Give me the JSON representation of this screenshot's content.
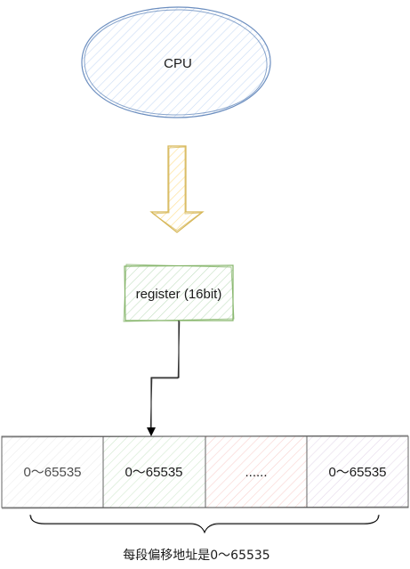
{
  "cpu": {
    "label": "CPU",
    "fill": "#dae8fc",
    "stroke": "#6c8ebf"
  },
  "arrow": {
    "fill": "#ffe6a3",
    "stroke": "#d6b656"
  },
  "register": {
    "label": "register (16bit)",
    "fill": "#d5e8d4",
    "stroke": "#82b366"
  },
  "segments": [
    {
      "label": "0～65535",
      "fill": "#f5f5f5",
      "text_color": "#4d4d4d"
    },
    {
      "label": "0～65535",
      "fill": "#d5e8d4",
      "text_color": "#1a1a1a"
    },
    {
      "label": "......",
      "fill": "#f8cecc",
      "text_color": "#1a1a1a"
    },
    {
      "label": "0～65535",
      "fill": "#e1d5e7",
      "text_color": "#1a1a1a"
    }
  ],
  "caption": "每段偏移地址是0～65535"
}
